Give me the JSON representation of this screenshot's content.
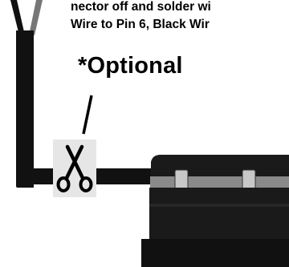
{
  "instructions": {
    "line1": "nector off and solder wi",
    "line2": "Wire to Pin 6, Black Wir"
  },
  "callout": {
    "optional_label": "*Optional"
  },
  "icons": {
    "scissors": "scissors-icon"
  },
  "colors": {
    "cable": "#111111",
    "connector_body": "#1a1a1a",
    "connector_band": "#8a8a8a",
    "clip": "#c8c8c8",
    "scissors_bg": "#e6e6e6"
  }
}
